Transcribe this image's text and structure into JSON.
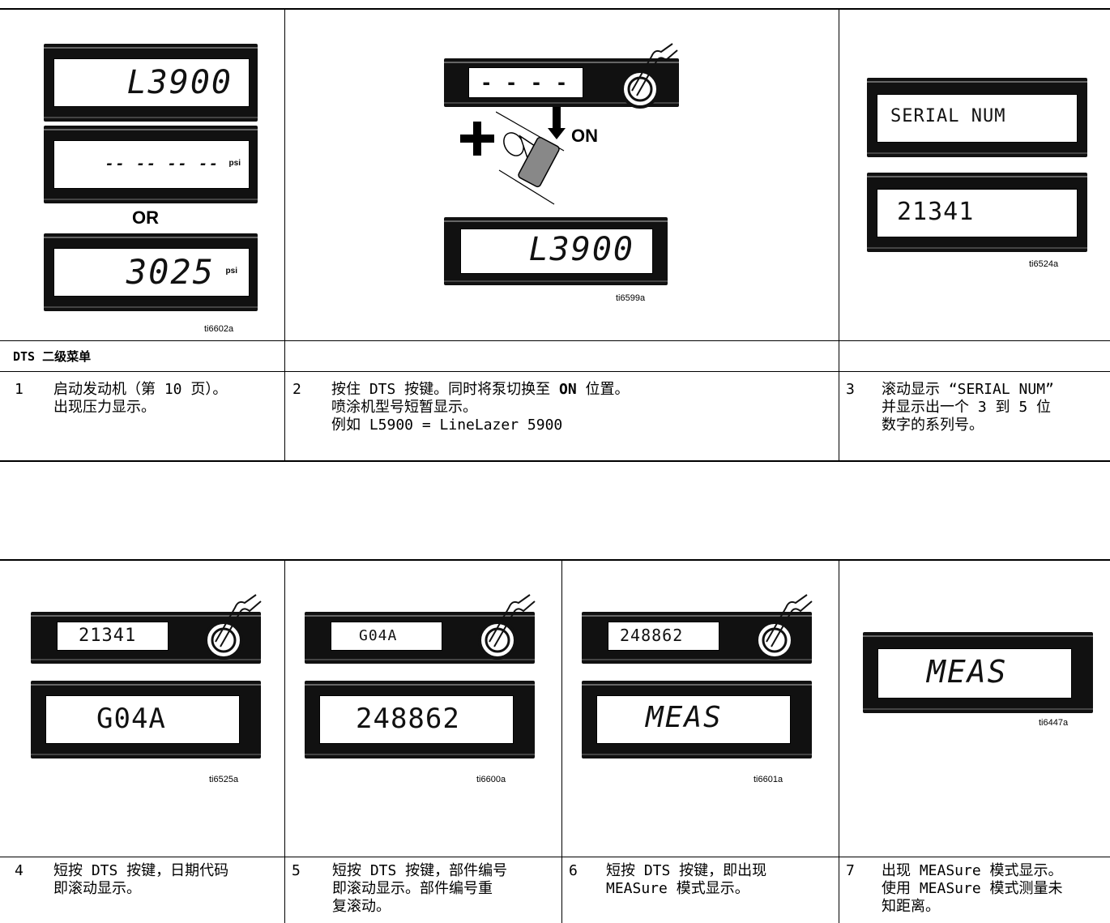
{
  "row1": {
    "c1": {
      "lcd_top": "L3900",
      "lcd_mid": "-- -- -- --",
      "unit_mid": "psi",
      "or_label": "OR",
      "lcd_bot": "3025",
      "unit_bot": "psi",
      "fig_id": "ti6602a"
    },
    "c2": {
      "lcd_top": "- - - -",
      "on_label": "ON",
      "lcd_bot": "L3900",
      "fig_id": "ti6599a"
    },
    "c3": {
      "lcd_top": "SERIAL NUM",
      "lcd_bot": "21341",
      "fig_id": "ti6524a"
    },
    "header": "DTS 二级菜单",
    "steps": [
      {
        "num": "1",
        "lines": [
          "启动发动机（第 10 页）。",
          "出现压力显示。"
        ]
      },
      {
        "num": "2",
        "line1_a": "按住 DTS 按键。同时将泵切换至 ",
        "line1_b": "ON",
        "line1_c": " 位置。",
        "line2": "喷涂机型号短暂显示。",
        "line3": "例如 L5900 = LineLazer 5900"
      },
      {
        "num": "3",
        "lines": [
          "滚动显示 “SERIAL NUM”",
          "并显示出一个 3 到 5 位",
          "数字的系列号。"
        ]
      }
    ]
  },
  "row2": {
    "c1": {
      "lcd_small": "21341",
      "lcd_big": "G04A",
      "fig_id": "ti6525a"
    },
    "c2": {
      "lcd_small": "G04A",
      "lcd_big": "248862",
      "fig_id": "ti6600a"
    },
    "c3": {
      "lcd_small": "248862",
      "lcd_big": "MEAS",
      "fig_id": "ti6601a"
    },
    "c4": {
      "lcd_big": "MEAS",
      "fig_id": "ti6447a"
    },
    "steps": [
      {
        "num": "4",
        "lines": [
          "短按 DTS 按键，日期代码",
          "即滚动显示。"
        ]
      },
      {
        "num": "5",
        "lines": [
          "短按 DTS 按键，部件编号",
          "即滚动显示。部件编号重",
          "复滚动。"
        ]
      },
      {
        "num": "6",
        "lines": [
          "短按 DTS 按键，即出现",
          "MEASure 模式显示。"
        ]
      },
      {
        "num": "7",
        "lines": [
          "出现 MEASure 模式显示。",
          "使用 MEASure 模式测量未",
          "知距离。"
        ]
      }
    ]
  }
}
